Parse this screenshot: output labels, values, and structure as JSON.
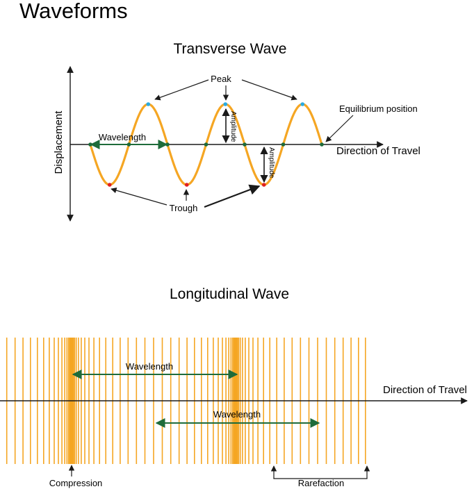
{
  "title": "Waveforms",
  "transverse": {
    "title": "Transverse Wave",
    "y_axis_label": "Displacement",
    "x_axis_label": "Direction of Travel",
    "labels": {
      "peak": "Peak",
      "trough": "Trough",
      "wavelength": "Wavelength",
      "equilibrium": "Equilibrium position",
      "amplitude": "Amplitude"
    }
  },
  "longitudinal": {
    "title": "Longitudinal Wave",
    "axis_label": "Direction of Travel",
    "labels": {
      "wavelength": "Wavelength",
      "compression": "Compression",
      "rarefaction": "Rarefaction"
    }
  },
  "colors": {
    "wave": "#F5A623",
    "peak_dot": "#29ABE2",
    "trough_dot": "#E02020",
    "node_dot": "#1E6B3A",
    "wavelength_arrow": "#1E6B3A",
    "axis": "#1a1a1a"
  }
}
